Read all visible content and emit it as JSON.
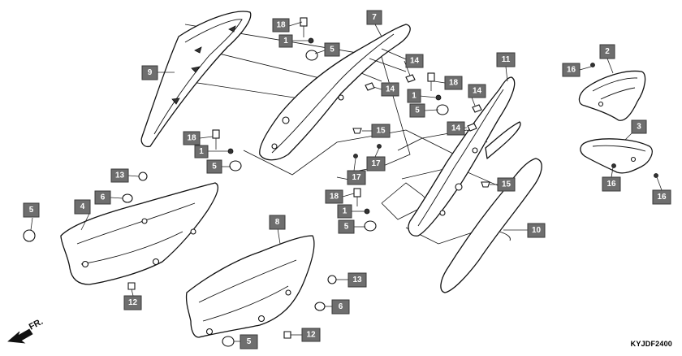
{
  "diagram_code": "KYJDF2400",
  "direction_label": "FR.",
  "callouts": [
    {
      "id": "c18a",
      "label": "18"
    },
    {
      "id": "c1a",
      "label": "1"
    },
    {
      "id": "c5a",
      "label": "5"
    },
    {
      "id": "c7",
      "label": "7"
    },
    {
      "id": "c9",
      "label": "9"
    },
    {
      "id": "c14a",
      "label": "14"
    },
    {
      "id": "c14b",
      "label": "14"
    },
    {
      "id": "c18b",
      "label": "18"
    },
    {
      "id": "c1b",
      "label": "1"
    },
    {
      "id": "c5b",
      "label": "5"
    },
    {
      "id": "c14c",
      "label": "14"
    },
    {
      "id": "c14d",
      "label": "14"
    },
    {
      "id": "c11",
      "label": "11"
    },
    {
      "id": "c2",
      "label": "2"
    },
    {
      "id": "c16a",
      "label": "16"
    },
    {
      "id": "c3",
      "label": "3"
    },
    {
      "id": "c16b",
      "label": "16"
    },
    {
      "id": "c16c",
      "label": "16"
    },
    {
      "id": "c15a",
      "label": "15"
    },
    {
      "id": "c18c",
      "label": "18"
    },
    {
      "id": "c1c",
      "label": "1"
    },
    {
      "id": "c5c",
      "label": "5"
    },
    {
      "id": "c17a",
      "label": "17"
    },
    {
      "id": "c17b",
      "label": "17"
    },
    {
      "id": "c15b",
      "label": "15"
    },
    {
      "id": "c13a",
      "label": "13"
    },
    {
      "id": "c6a",
      "label": "6"
    },
    {
      "id": "c4",
      "label": "4"
    },
    {
      "id": "c5d",
      "label": "5"
    },
    {
      "id": "c18d",
      "label": "18"
    },
    {
      "id": "c1d",
      "label": "1"
    },
    {
      "id": "c5e",
      "label": "5"
    },
    {
      "id": "c10",
      "label": "10"
    },
    {
      "id": "c8",
      "label": "8"
    },
    {
      "id": "c12a",
      "label": "12"
    },
    {
      "id": "c13b",
      "label": "13"
    },
    {
      "id": "c6b",
      "label": "6"
    },
    {
      "id": "c12b",
      "label": "12"
    },
    {
      "id": "c5f",
      "label": "5"
    }
  ]
}
